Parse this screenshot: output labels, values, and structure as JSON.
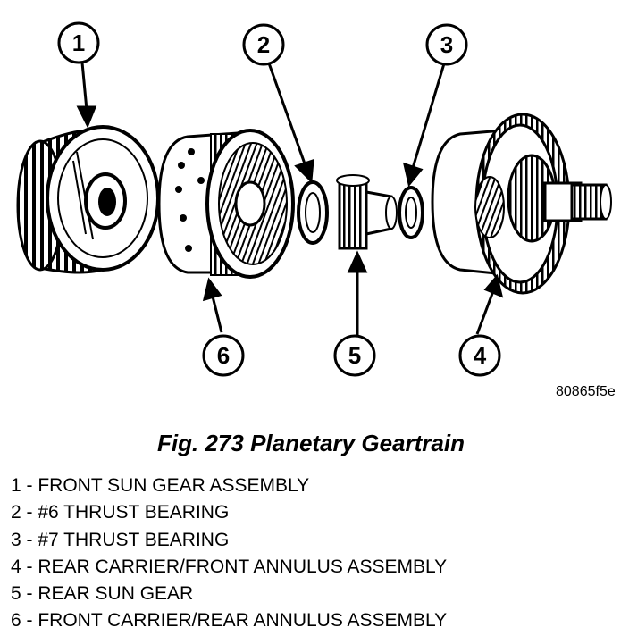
{
  "figure": {
    "id": "80865f5e",
    "caption": "Fig. 273 Planetary Geartrain"
  },
  "callouts": [
    "1",
    "2",
    "3",
    "4",
    "5",
    "6"
  ],
  "legend": [
    "1 - FRONT SUN GEAR ASSEMBLY",
    "2 - #6 THRUST BEARING",
    "3 - #7 THRUST BEARING",
    "4 - REAR CARRIER/FRONT ANNULUS ASSEMBLY",
    "5 - REAR SUN GEAR",
    "6 - FRONT CARRIER/REAR ANNULUS ASSEMBLY"
  ]
}
